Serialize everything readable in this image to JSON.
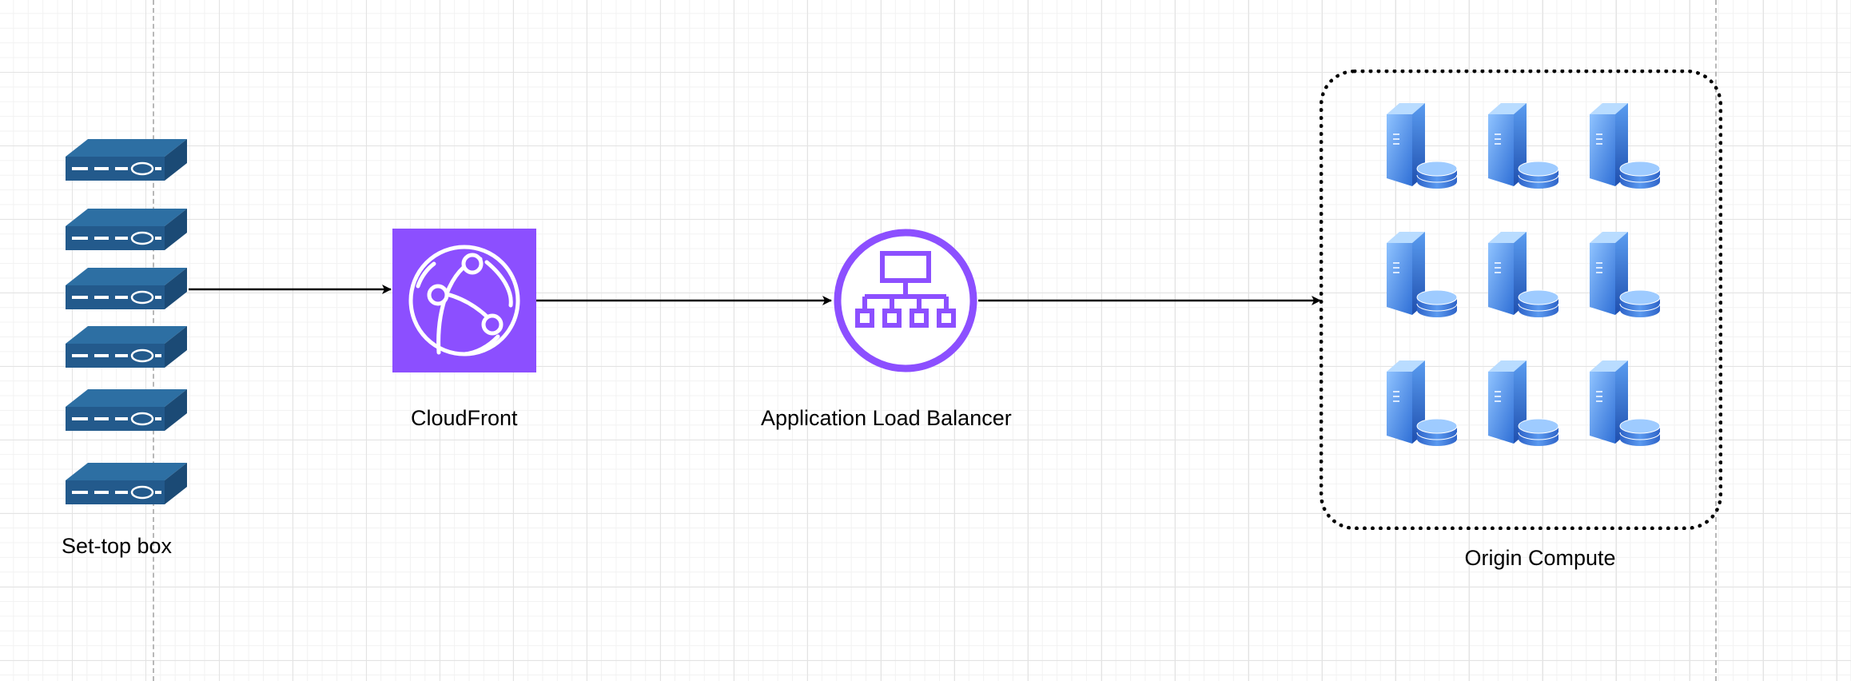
{
  "labels": {
    "set_top_box": "Set-top box",
    "cloudfront": "CloudFront",
    "load_balancer": "Application Load Balancer",
    "origin_compute": "Origin Compute"
  },
  "colors": {
    "device_blue": "#235a8c",
    "aws_purple": "#8c4fff",
    "server_blue": "#3f8be8",
    "connector": "#000000"
  },
  "icons": {
    "set_top_box": "set-top-box-icon",
    "cloudfront": "cloudfront-icon",
    "load_balancer": "application-load-balancer-icon",
    "origin_server": "database-server-icon"
  },
  "set_top_box_count": 6,
  "origin_server_count": 9
}
